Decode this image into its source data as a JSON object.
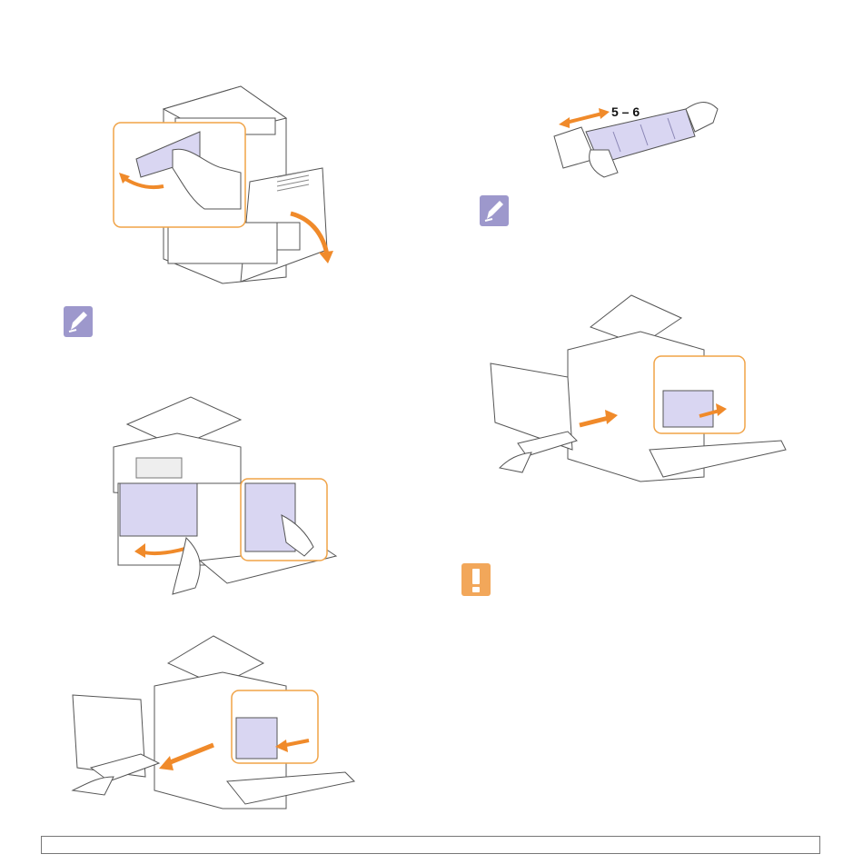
{
  "illustrations": {
    "open_side_cover": "open-side-cover-illustration",
    "open_front_door": "open-front-door-illustration",
    "remove_cartridge": "remove-toner-cartridge-illustration",
    "shake_cartridge": "shake-toner-cartridge-illustration",
    "insert_cartridge": "insert-toner-cartridge-illustration"
  },
  "shake_label": "5 – 6",
  "icons": {
    "note": "note-pencil-icon",
    "caution": "caution-exclamation-icon"
  },
  "colors": {
    "callout_border": "#f0a347",
    "arrow": "#f08a2a",
    "highlight": "#d9d6f2",
    "note_icon": "#9d98cc",
    "caution_icon": "#f2a75a"
  },
  "footer": {
    "text": ""
  }
}
